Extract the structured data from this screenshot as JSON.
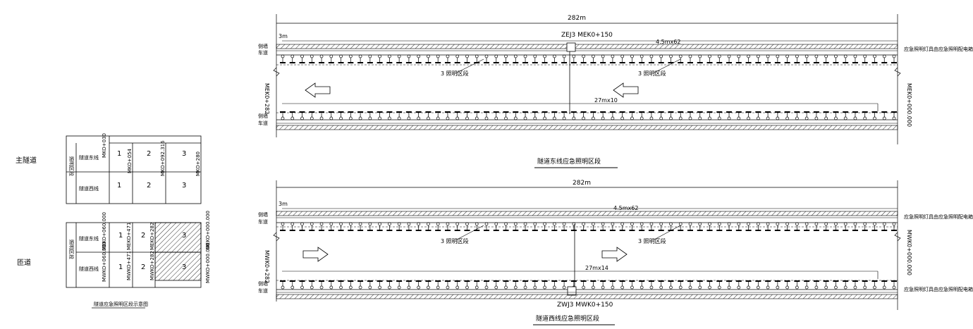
{
  "legend": {
    "main_label": "主隧道",
    "ramp_label": "匝道",
    "caption": "隧道应急照明区段示意图",
    "main_table": {
      "side_header": "照明区段",
      "row1": "隧道东线",
      "row2": "隧道西线",
      "chainage": [
        "MKO+030",
        "MKO+054",
        "MKO+092.316",
        "MKO+280"
      ],
      "cells": [
        [
          "1",
          "2",
          "3"
        ],
        [
          "1",
          "2",
          "3"
        ]
      ]
    },
    "ramp_table": {
      "side_header": "照明区段",
      "row1": "隧道东线",
      "row2": "隧道西线",
      "chainage": [
        "MEKO+060.000",
        "MEKO+471",
        "MEKO+282",
        "MEKO+000.000"
      ],
      "chainage_row2": [
        "MWKO+060.000",
        "MWKO+471",
        "MWKO+282",
        "MWKO+000.000"
      ],
      "cells": [
        [
          "1",
          "2",
          "3"
        ],
        [
          "1",
          "2",
          "3"
        ]
      ]
    }
  },
  "east": {
    "total_length": "282m",
    "offset": "3m",
    "panel_label": "ZEJ3  MEK0+150",
    "spacing_top": "4.5mx62",
    "spacing_bottom": "27mx10",
    "zone_label_left": "3 照明区段",
    "zone_label_right": "3 照明区段",
    "left_chainage": "MEK0+282",
    "right_chainage": "MEK0+000.000",
    "note_top": "应急照明灯具由应急照明配电箱供电",
    "wall_top_a": "侧墙",
    "wall_top_b": "车道",
    "wall_bottom_a": "侧墙",
    "wall_bottom_b": "车道",
    "title": "隧道东线应急照明区段"
  },
  "west": {
    "total_length": "282m",
    "offset": "3m",
    "panel_label": "ZWJ3  MWK0+150",
    "spacing_top": "4.5mx62",
    "spacing_bottom": "27mx14",
    "zone_label_left": "3 照明区段",
    "zone_label_right": "3 照明区段",
    "left_chainage": "MWK0+282",
    "right_chainage": "MWK0+000.000",
    "note_top": "应急照明灯具由应急照明配电箱供电",
    "note_bottom": "应急照明灯具由应急照明配电箱供电",
    "wall_top_a": "侧墙",
    "wall_top_b": "车道",
    "wall_bottom_a": "侧墙",
    "wall_bottom_b": "车道",
    "title": "隧道西线应急照明区段"
  }
}
